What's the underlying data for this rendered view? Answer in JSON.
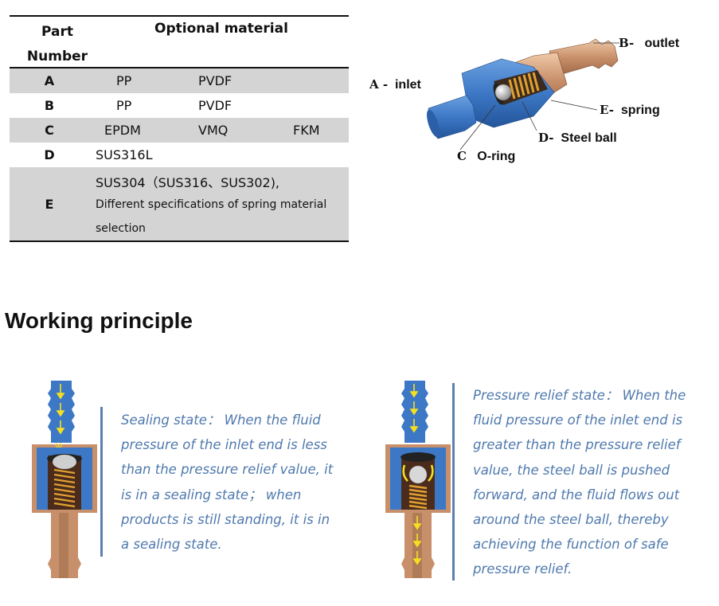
{
  "table": {
    "header_part": "Part\nNumber",
    "header_part_line1": "Part",
    "header_part_line2": "Number",
    "header_optional": "Optional material",
    "rows": [
      {
        "code": "A",
        "materials": [
          "PP",
          "PVDF"
        ]
      },
      {
        "code": "B",
        "materials": [
          "PP",
          "PVDF"
        ]
      },
      {
        "code": "C",
        "materials": [
          "EPDM",
          "VMQ",
          "FKM"
        ]
      },
      {
        "code": "D",
        "materials": [
          "SUS316L"
        ]
      },
      {
        "code": "E",
        "lines": [
          "SUS304（SUS316、SUS302),",
          "Different specifications of spring material",
          "selection"
        ]
      }
    ]
  },
  "diagram": {
    "labels": {
      "a_key": "A -",
      "a_text": "inlet",
      "b_key": "B-",
      "b_text": "outlet",
      "e_key": "E-",
      "e_text": "spring",
      "d_key": "D-",
      "d_text": "Steel ball",
      "c_key": "C",
      "c_text": "O-ring"
    },
    "colors": {
      "blue": "#3d78c6",
      "copper": "#c8906a",
      "spring": "#e0a030",
      "ball": "#c9c9c9"
    }
  },
  "section": {
    "title": "Working principle"
  },
  "principle": {
    "sealing_lines": [
      "Sealing state： When the fluid",
      "pressure of the inlet end is less",
      "than the pressure relief value, it",
      "is in a sealing state； when",
      "products is still standing, it is in",
      "a sealing state."
    ],
    "relief_lines": [
      "Pressure relief state： When the",
      "fluid pressure of the inlet end is",
      "greater than the pressure relief",
      "value, the steel ball is pushed",
      "forward, and the fluid flows out",
      "around the steel ball, thereby",
      "achieving the function of safe",
      "pressure relief."
    ],
    "text_color": "#4f79ad"
  }
}
